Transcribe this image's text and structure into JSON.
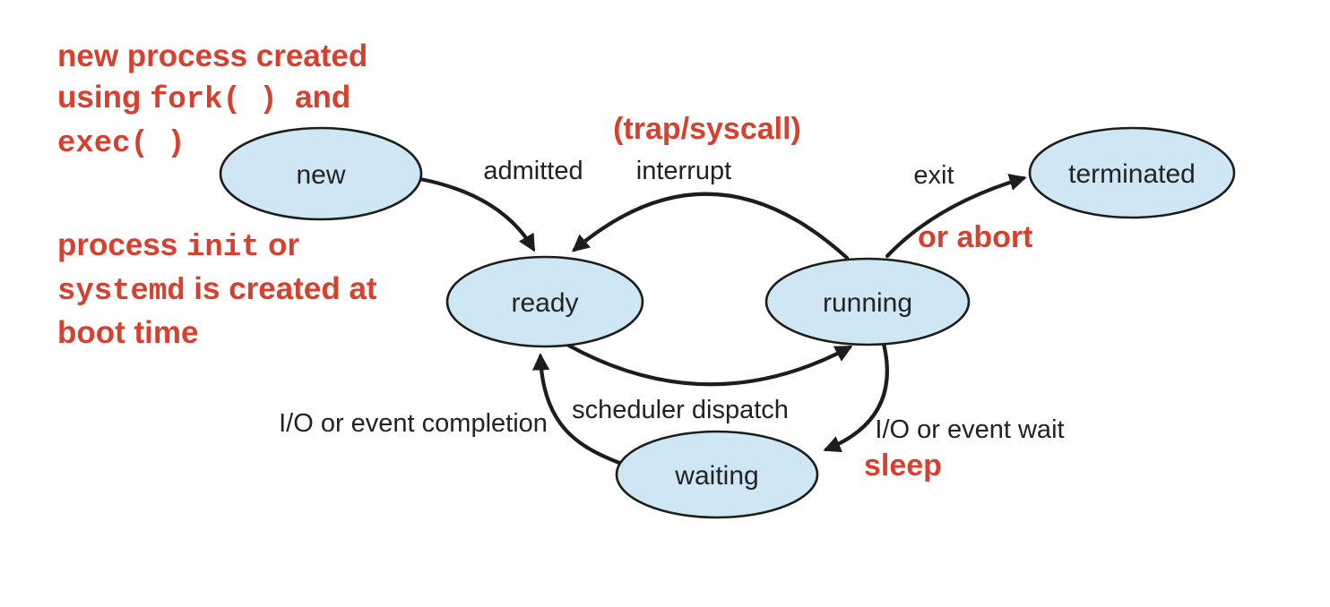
{
  "colors": {
    "state_fill": "#cfe7f5",
    "state_stroke": "#1d1d1b",
    "arrow_color": "#1d1d1b",
    "annotation_red": "#d6402e",
    "label_color": "#222222"
  },
  "states": {
    "new": "new",
    "ready": "ready",
    "running": "running",
    "waiting": "waiting",
    "terminated": "terminated"
  },
  "transitions": {
    "admitted": "admitted",
    "interrupt": "interrupt",
    "exit": "exit",
    "scheduler_dispatch": "scheduler dispatch",
    "io_event_wait": "I/O or event wait",
    "io_event_completion": "I/O or event completion"
  },
  "annotations": {
    "fork_exec": {
      "line1": "new process created",
      "line2_pre": "using ",
      "line2_code": "fork( )",
      "line2_post": "  and",
      "line3_code": "exec( )"
    },
    "init_systemd": {
      "line1_pre": "process ",
      "line1_code": "init",
      "line1_post": " or",
      "line2_code": "systemd",
      "line2_post": " is created at",
      "line3": "boot time"
    },
    "trap_syscall": "(trap/syscall)",
    "or_abort": "or abort",
    "sleep": "sleep"
  }
}
